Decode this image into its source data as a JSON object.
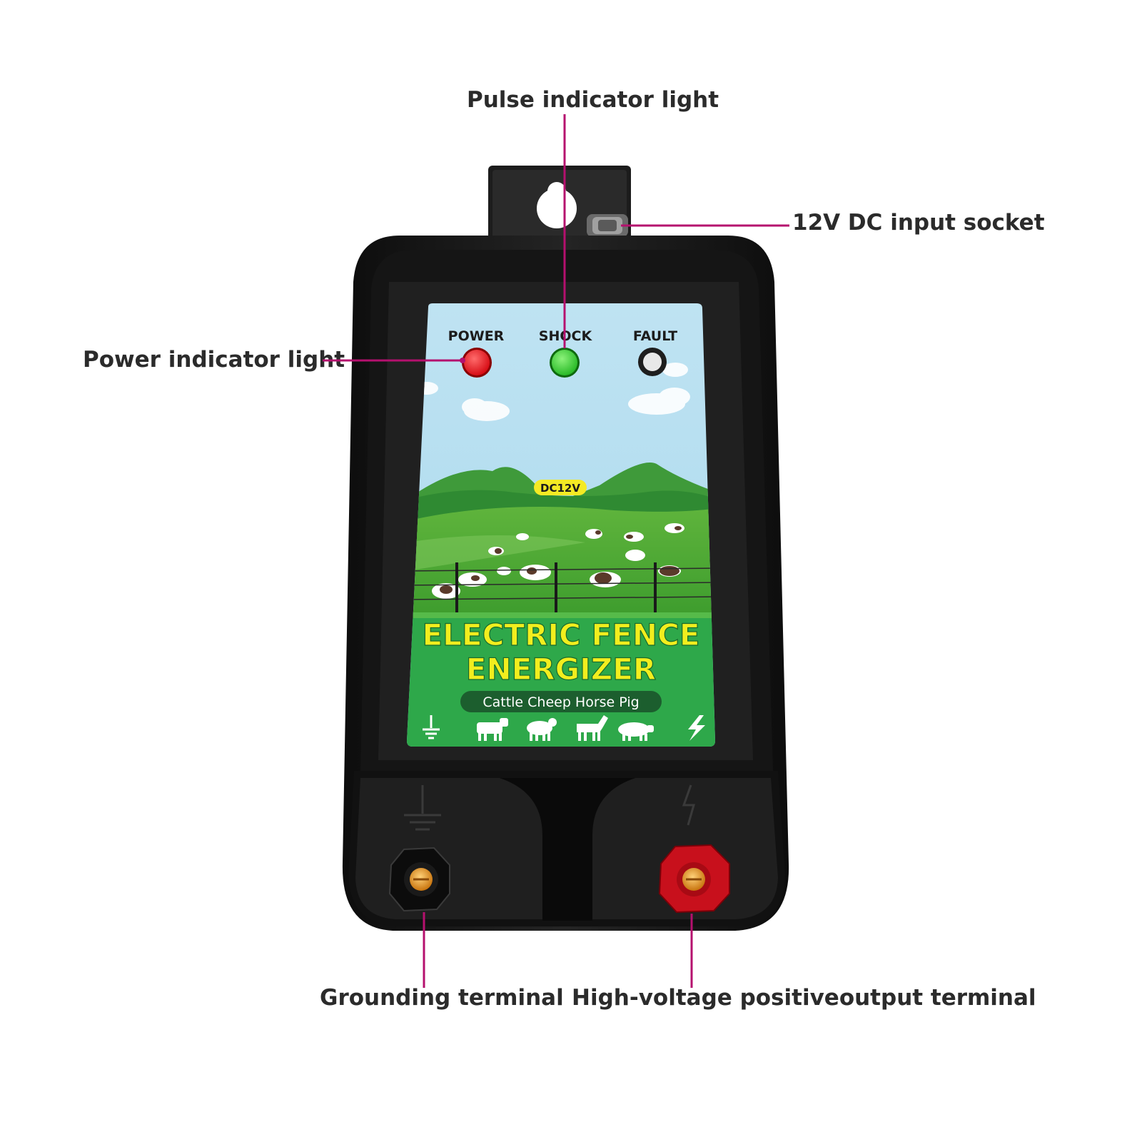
{
  "callouts": {
    "pulse": "Pulse indicator light",
    "dc_input": "12V DC input socket",
    "power": "Power indicator light",
    "grounding": "Grounding terminal",
    "high_voltage": "High-voltage positiveoutput terminal"
  },
  "panel": {
    "power_label": "POWER",
    "shock_label": "SHOCK",
    "fault_label": "FAULT",
    "voltage_badge": "DC12V",
    "title_line1": "ELECTRIC FENCE",
    "title_line2": "ENERGIZER",
    "animals_caption": "Cattle Cheep Horse  Pig"
  },
  "lights": {
    "power": "#e8141c",
    "shock": "#2ec82e",
    "fault": "#e8e8e8"
  },
  "colors": {
    "leader_line": "#b5106e",
    "title": "#f2ee1e",
    "body": "#1a1a1a"
  },
  "icons": [
    "ground-icon",
    "cow-icon",
    "sheep-icon",
    "horse-icon",
    "pig-icon",
    "lightning-icon"
  ]
}
